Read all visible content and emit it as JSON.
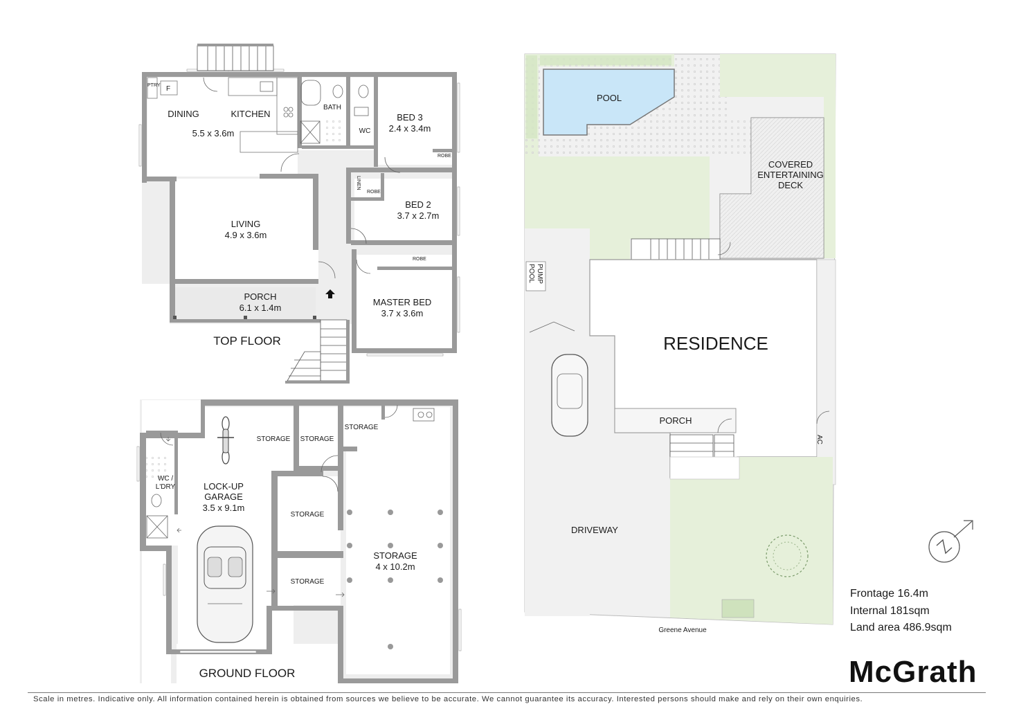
{
  "top_floor": {
    "title": "TOP FLOOR",
    "rooms": {
      "dining": "DINING",
      "kitchen": "KITCHEN",
      "kitchen_dims": "5.5 x 3.6m",
      "pantry": "PTRY",
      "fridge": "F",
      "bath": "BATH",
      "wc": "WC",
      "bed3": "BED 3",
      "bed3_dims": "2.4 x 3.4m",
      "robe_bed3": "ROBE",
      "linen": "LINEN",
      "robe_bed2": "ROBE",
      "bed2": "BED 2",
      "bed2_dims": "3.7 x 2.7m",
      "living": "LIVING",
      "living_dims": "4.9 x 3.6m",
      "robe_master": "ROBE",
      "porch": "PORCH",
      "porch_dims": "6.1 x 1.4m",
      "master": "MASTER BED",
      "master_dims": "3.7 x 3.6m"
    }
  },
  "ground_floor": {
    "title": "GROUND FLOOR",
    "rooms": {
      "wc_ldry_1": "WC /",
      "wc_ldry_2": "L'DRY",
      "garage_1": "LOCK-UP",
      "garage_2": "GARAGE",
      "garage_dims": "3.5 x 9.1m",
      "storage_a": "STORAGE",
      "storage_b": "STORAGE",
      "storage_c": "STORAGE",
      "storage_d": "STORAGE",
      "storage_e": "STORAGE",
      "storage_main": "STORAGE",
      "storage_main_dims": "4 x 10.2m"
    }
  },
  "site": {
    "pool": "POOL",
    "deck_1": "COVERED",
    "deck_2": "ENTERTAINING",
    "deck_3": "DECK",
    "pool_pump_1": "POOL",
    "pool_pump_2": "PUMP",
    "residence": "RESIDENCE",
    "porch": "PORCH",
    "ac": "AC",
    "driveway": "DRIVEWAY",
    "street": "Greene Avenue"
  },
  "info": {
    "frontage": "Frontage 16.4m",
    "internal": "Internal 181sqm",
    "land_area": "Land area 486.9sqm"
  },
  "brand": "McGrath",
  "disclaimer": "Scale in metres. Indicative only. All information contained herein is obtained from sources we believe to be accurate. We cannot guarantee its accuracy. Interested persons should make and rely on their own enquiries.",
  "colors": {
    "wall": "#9a9a9a",
    "floor": "#eeeeee",
    "lawn": "#e6f0da",
    "site_paving": "#f1f1f1",
    "text": "#1a1a1a"
  }
}
